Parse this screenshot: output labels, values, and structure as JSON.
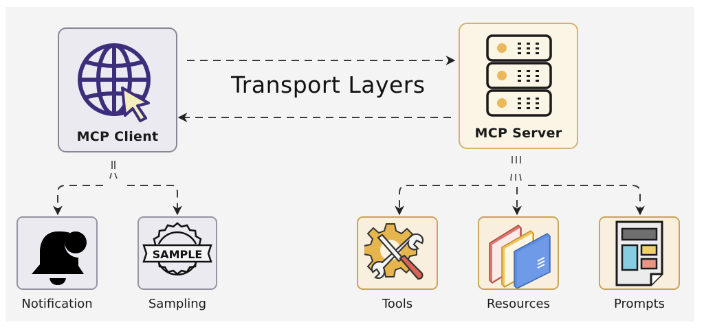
{
  "title": "Transport Layers",
  "client": {
    "label": "MCP Client",
    "icon": "globe-cursor-icon"
  },
  "server": {
    "label": "MCP Server",
    "icon": "server-rack-icon"
  },
  "client_capabilities": [
    {
      "label": "Notification",
      "icon": "bell-notification-icon"
    },
    {
      "label": "Sampling",
      "icon": "sample-stamp-icon",
      "stamp_text": "SAMPLE"
    }
  ],
  "server_capabilities": [
    {
      "label": "Tools",
      "icon": "gear-wrench-screwdriver-icon"
    },
    {
      "label": "Resources",
      "icon": "folders-icon"
    },
    {
      "label": "Prompts",
      "icon": "document-layout-icon"
    }
  ],
  "connections": [
    {
      "from": "MCP Client",
      "to": "MCP Server",
      "style": "dashed"
    },
    {
      "from": "MCP Server",
      "to": "MCP Client",
      "style": "dashed"
    },
    {
      "from": "MCP Client",
      "to": "Notification",
      "style": "dashed"
    },
    {
      "from": "MCP Client",
      "to": "Sampling",
      "style": "dashed"
    },
    {
      "from": "MCP Server",
      "to": "Tools",
      "style": "dashed"
    },
    {
      "from": "MCP Server",
      "to": "Resources",
      "style": "dashed"
    },
    {
      "from": "MCP Server",
      "to": "Prompts",
      "style": "dashed"
    }
  ],
  "colors": {
    "client_border": "#8a8594",
    "client_fill": "#ebeaf1",
    "server_border": "#d2b36a",
    "server_fill": "#fbf5e6",
    "globe": "#3d2e7c",
    "cursor": "#f3eebc",
    "server_led": "#e9b95b"
  }
}
